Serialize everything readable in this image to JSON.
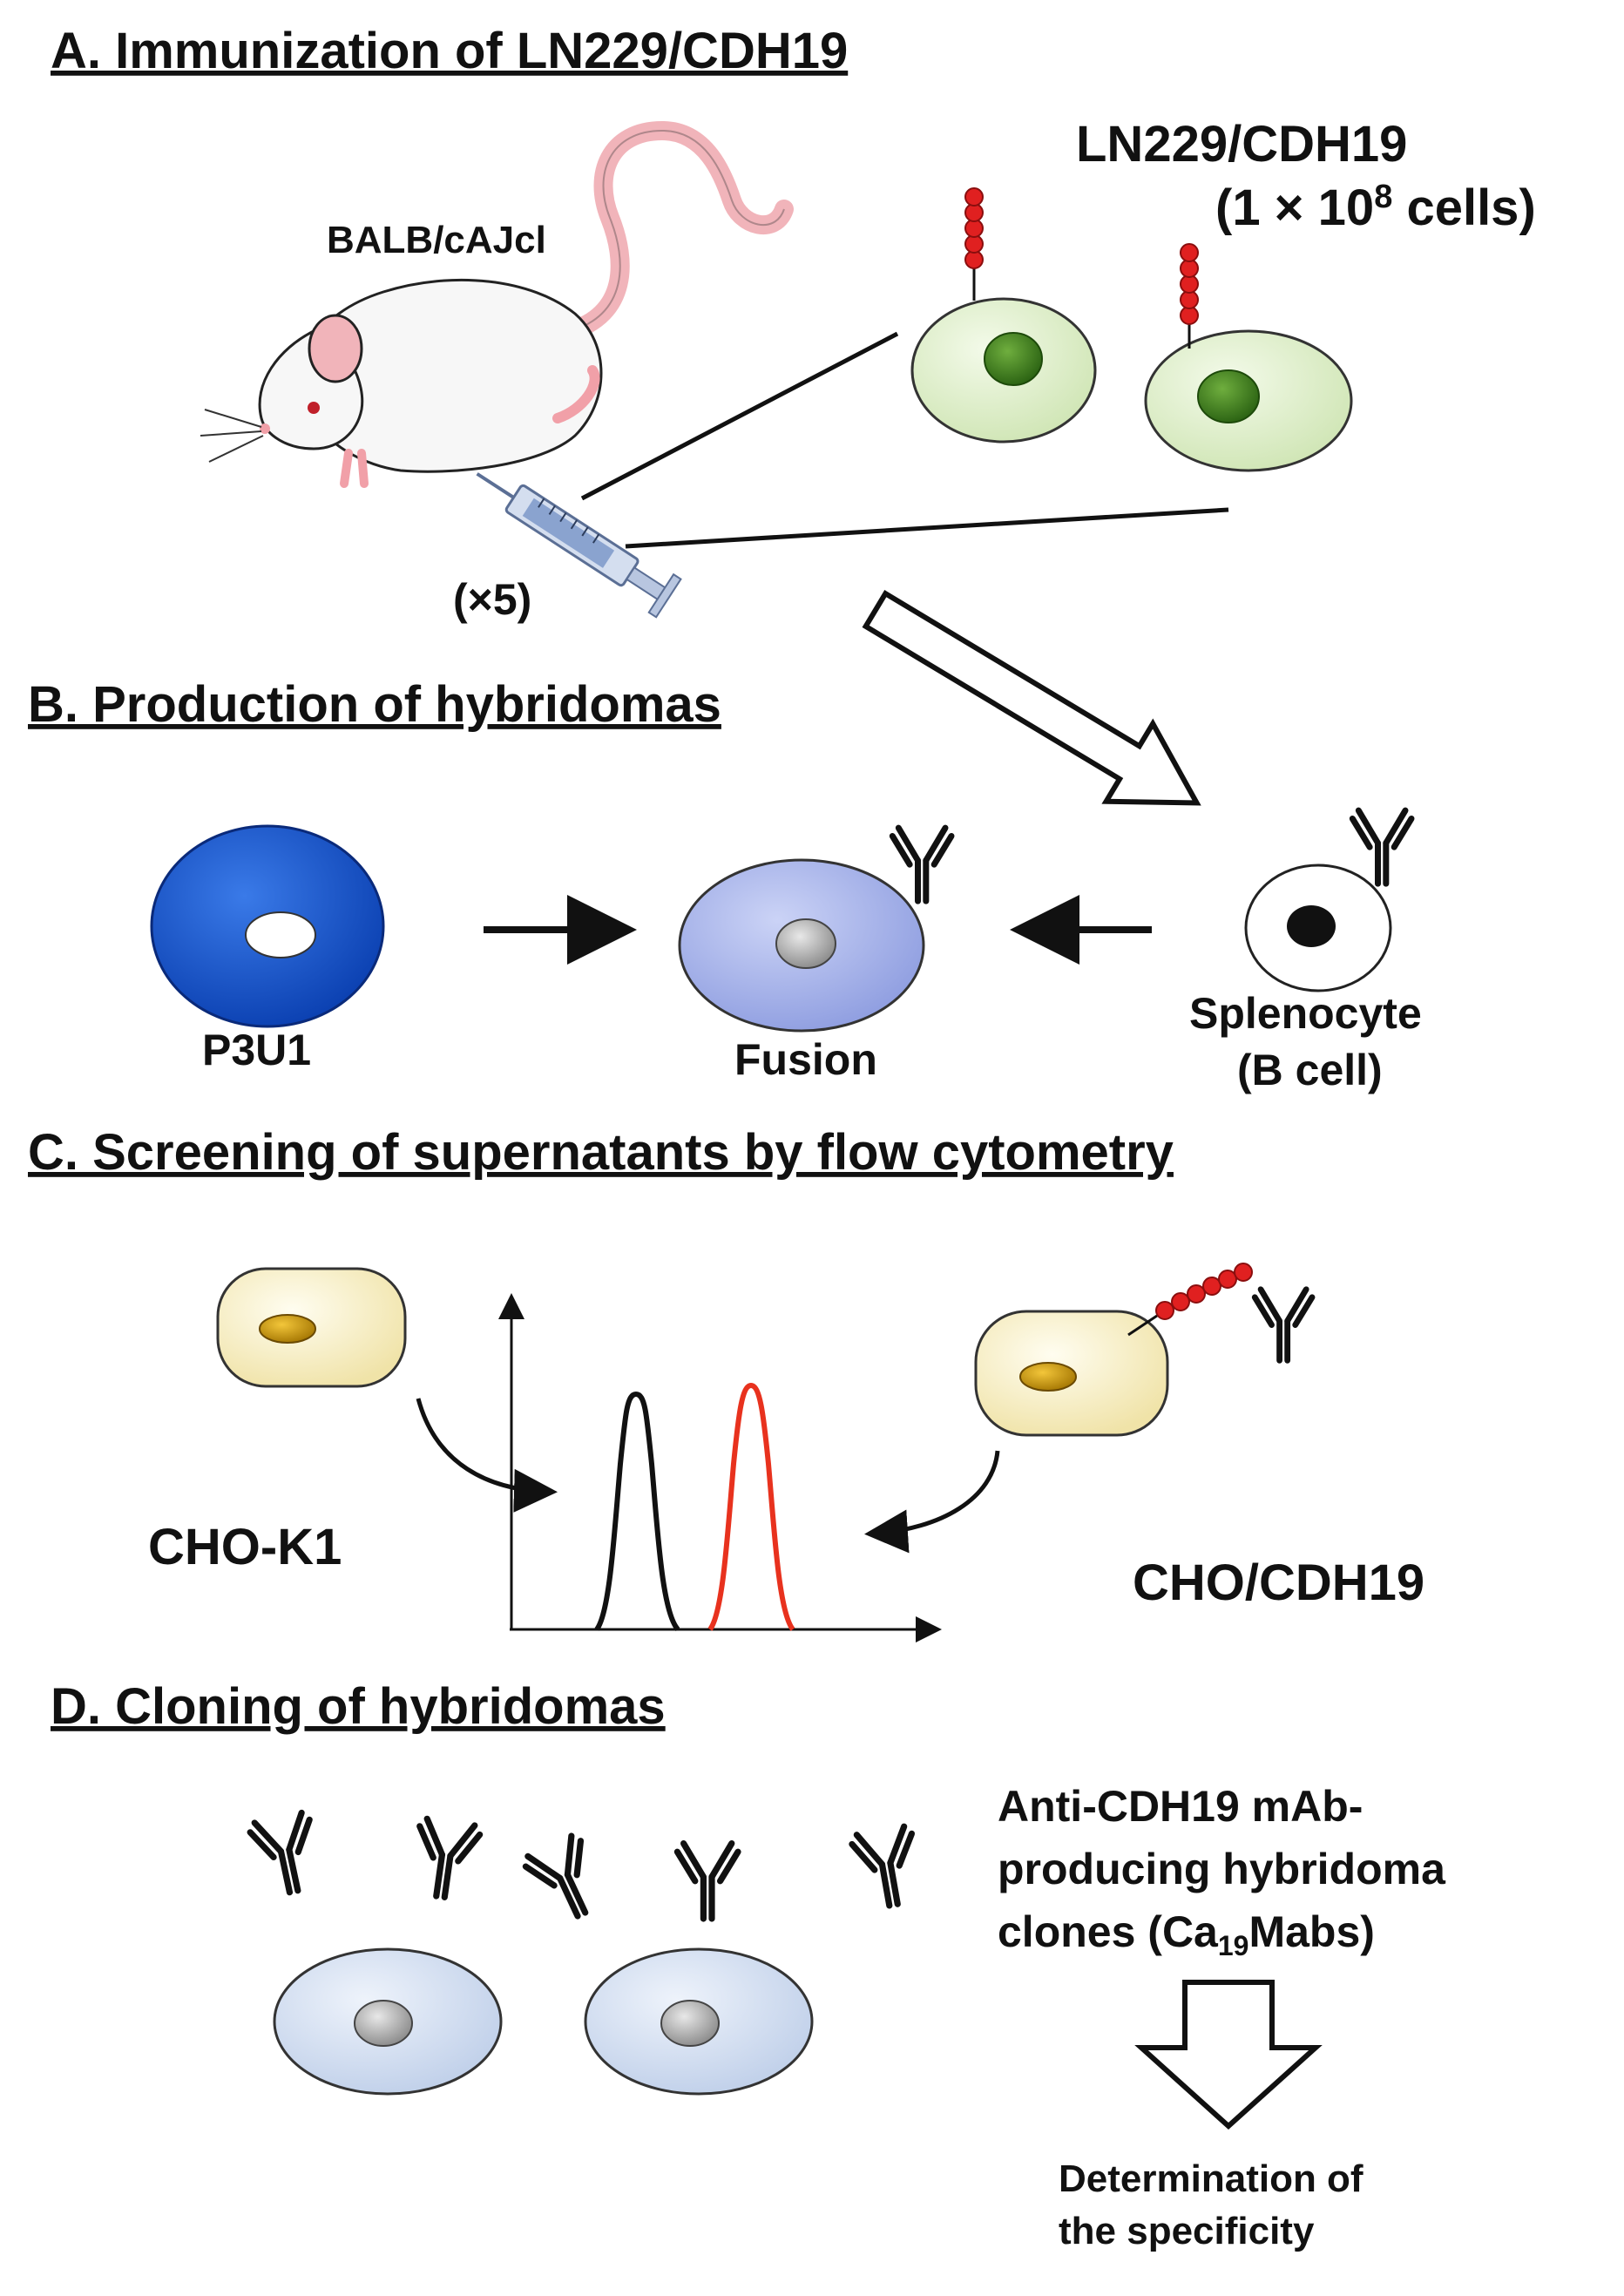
{
  "sections": {
    "a": {
      "title": "A. Immunization of LN229/CDH19"
    },
    "b": {
      "title": "B. Production of hybridomas"
    },
    "c": {
      "title": "C. Screening of supernatants by flow cytometry"
    },
    "d": {
      "title": "D. Cloning of hybridomas"
    }
  },
  "labels": {
    "mouse_strain": "BALB/cAJcl",
    "cell_line": "LN229/CDH19",
    "cell_count_prefix": "(1 × 10",
    "cell_count_exp": "8",
    "cell_count_suffix": " cells)",
    "injections": "(×5)",
    "p3u1": "P3U1",
    "fusion": "Fusion",
    "splenocyte": "Splenocyte",
    "b_cell": "(B cell)",
    "cho_k1": "CHO-K1",
    "cho_cdh19": "CHO/CDH19",
    "clones_line1": "Anti-CDH19 mAb-",
    "clones_line2": "producing hybridoma",
    "clones_line3_prefix": "clones (Ca",
    "clones_line3_sub": "19",
    "clones_line3_suffix": "Mabs)",
    "determination_line1": "Determination of",
    "determination_line2": "the specificity"
  },
  "colors": {
    "p3u1_cell": "#0a4ec4",
    "fusion_cell": "#a6b3ea",
    "ln229_cell": "#e3f1d2",
    "ln229_nucleus": "#3c7a1e",
    "cho_cell": "#fbf4cf",
    "cho_nucleus": "#d4a00c",
    "clone_cell": "#d6e1f1",
    "epitope_beads": "#e02020",
    "histogram_negative": "#111111",
    "histogram_positive": "#e8321e",
    "mouse_body": "#f7f7f7",
    "mouse_tail": "#f1b4ba"
  }
}
